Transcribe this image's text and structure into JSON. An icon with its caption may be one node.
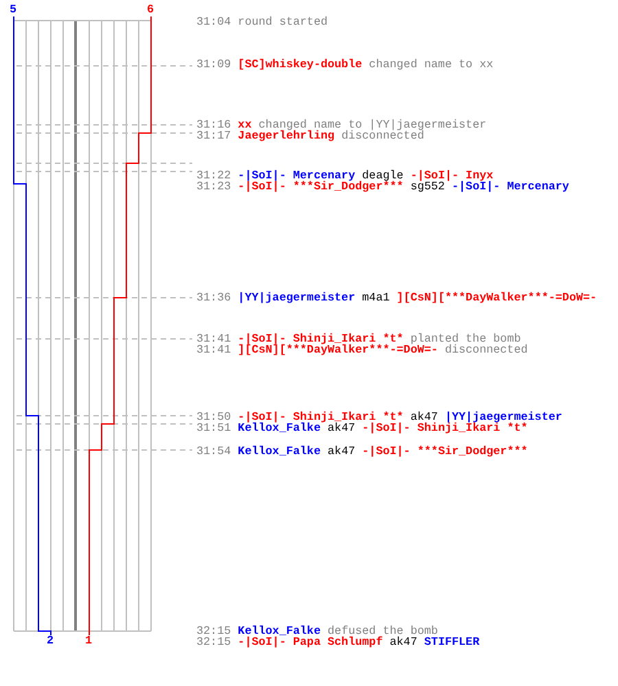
{
  "diagram": {
    "labels": [
      "5",
      "6",
      "31:04",
      "round started",
      "31:09",
      "[SC]whiskey-double",
      "changed name to xx",
      "31:16",
      "xx",
      "changed name to |YY|jaegermeister",
      "31:17",
      "Jaegerlehrling",
      "disconnected",
      "31:22",
      "-|SoI|- Mercenary",
      "deagle",
      "-|SoI|- Inyx",
      "31:23",
      "-|SoI|- ***Sir_Dodger***",
      "sg552",
      "-|SoI|- Mercenary",
      "31:36",
      "|YY|jaegermeister",
      "m4a1",
      "][CsN][***DayWalker***-=DoW=-",
      "31:41",
      "-|SoI|- Shinji_Ikari *t*",
      "planted the bomb",
      "31:41",
      "][CsN][***DayWalker***-=DoW=-",
      "disconnected",
      "31:50",
      "-|SoI|- Shinji_Ikari *t*",
      "ak47",
      "|YY|jaegermeister",
      "31:51",
      "Kellox_Falke",
      "ak47",
      "-|SoI|- Shinji_Ikari *t*",
      "31:54",
      "Kellox_Falke",
      "ak47",
      "-|SoI|- ***Sir_Dodger***",
      "2",
      "1",
      "32:15",
      "Kellox_Falke",
      "defused the bomb",
      "32:15",
      "-|SoI|- Papa Schlumpf",
      "ak47",
      "STIFFLER"
    ]
  }
}
